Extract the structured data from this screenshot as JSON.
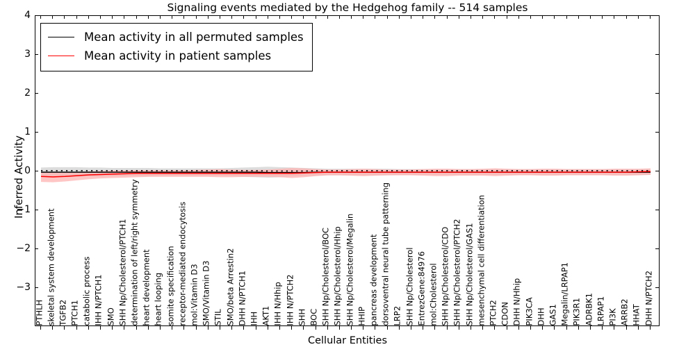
{
  "chart_data": {
    "type": "line",
    "title": "Signaling events mediated by the Hedgehog family -- 514 samples",
    "xlabel": "Cellular Entities",
    "ylabel": "Inferred Activity",
    "ylim": [
      -4,
      4
    ],
    "yticks": [
      -3,
      -2,
      -1,
      0,
      1,
      2,
      3,
      4
    ],
    "ytick_labels": [
      "−3",
      "−2",
      "−1",
      "0",
      "1",
      "2",
      "3",
      "4"
    ],
    "grid": false,
    "legend_position": "upper left",
    "legend": [
      {
        "name": "Mean activity in all permuted samples",
        "color": "#000000"
      },
      {
        "name": "Mean activity in patient samples",
        "color": "#ff0000"
      }
    ],
    "categories": [
      "PTHLH",
      "skeletal system development",
      "TGFB2",
      "PTCH1",
      "catabolic process",
      "IHH N/PTCH1",
      "SMO",
      "SHH Np/Cholesterol/PTCH1",
      "determination of left/right symmetry",
      "heart development",
      "heart looping",
      "somite specification",
      "receptor-mediated endocytosis",
      "mol:Vitamin D3",
      "SMO/Vitamin D3",
      "STIL",
      "SMO/beta Arrestin2",
      "DHH N/PTCH1",
      "IHH",
      "AKT1",
      "IHH N/Hhip",
      "IHH N/PTCH2",
      "SHH",
      "BOC",
      "SHH Np/Cholesterol/BOC",
      "SHH Np/Cholesterol/Hhip",
      "SHH Np/Cholesterol/Megalin",
      "HHIP",
      "pancreas development",
      "dorsoventral neural tube patterning",
      "LRP2",
      "SHH Np/Cholesterol",
      "EntrezGene:84976",
      "mol:Cholesterol",
      "SHH Np/Cholesterol/CDO",
      "SHH Np/Cholesterol/PTCH2",
      "SHH Np/Cholesterol/GAS1",
      "mesenchymal cell differentiation",
      "PTCH2",
      "CDON",
      "DHH N/Hhip",
      "PIK3CA",
      "DHH",
      "GAS1",
      "Megalin/LRPAP1",
      "PIK3R1",
      "ADRBK1",
      "LRPAP1",
      "PI3K",
      "ARRB2",
      "HHAT",
      "DHH N/PTCH2"
    ],
    "series": [
      {
        "name": "Mean activity in all permuted samples",
        "color": "#000000",
        "band_color": "#d9d9d9",
        "values": [
          -0.02,
          -0.02,
          -0.02,
          -0.02,
          -0.02,
          -0.02,
          -0.02,
          -0.02,
          -0.02,
          -0.02,
          -0.02,
          -0.02,
          -0.02,
          -0.02,
          -0.02,
          -0.02,
          -0.02,
          -0.02,
          -0.02,
          -0.03,
          -0.03,
          -0.03,
          -0.03,
          -0.02,
          -0.02,
          -0.02,
          -0.02,
          -0.02,
          -0.02,
          -0.02,
          -0.02,
          -0.02,
          -0.02,
          -0.02,
          -0.02,
          -0.02,
          -0.02,
          -0.02,
          -0.02,
          -0.02,
          -0.02,
          -0.02,
          -0.02,
          -0.02,
          -0.02,
          -0.02,
          -0.02,
          -0.02,
          -0.02,
          -0.02,
          -0.02,
          -0.02
        ],
        "band_upper": [
          0.1,
          0.11,
          0.11,
          0.11,
          0.1,
          0.1,
          0.09,
          0.09,
          0.09,
          0.09,
          0.08,
          0.08,
          0.08,
          0.08,
          0.08,
          0.08,
          0.09,
          0.1,
          0.11,
          0.12,
          0.11,
          0.1,
          0.09,
          0.08,
          0.07,
          0.07,
          0.07,
          0.07,
          0.07,
          0.07,
          0.06,
          0.06,
          0.06,
          0.06,
          0.06,
          0.06,
          0.06,
          0.06,
          0.06,
          0.06,
          0.06,
          0.06,
          0.06,
          0.06,
          0.06,
          0.06,
          0.06,
          0.06,
          0.06,
          0.06,
          0.06,
          0.06
        ],
        "band_lower": [
          -0.13,
          -0.14,
          -0.14,
          -0.14,
          -0.13,
          -0.13,
          -0.12,
          -0.12,
          -0.12,
          -0.12,
          -0.11,
          -0.11,
          -0.11,
          -0.11,
          -0.11,
          -0.11,
          -0.12,
          -0.14,
          -0.15,
          -0.16,
          -0.15,
          -0.13,
          -0.12,
          -0.11,
          -0.1,
          -0.1,
          -0.1,
          -0.1,
          -0.1,
          -0.1,
          -0.09,
          -0.09,
          -0.09,
          -0.09,
          -0.09,
          -0.09,
          -0.09,
          -0.09,
          -0.09,
          -0.09,
          -0.09,
          -0.09,
          -0.09,
          -0.09,
          -0.09,
          -0.09,
          -0.09,
          -0.09,
          -0.09,
          -0.09,
          -0.09,
          -0.09
        ]
      },
      {
        "name": "Mean activity in patient samples",
        "color": "#ff0000",
        "band_color": "#ffb3b3",
        "values": [
          -0.13,
          -0.14,
          -0.13,
          -0.11,
          -0.09,
          -0.08,
          -0.07,
          -0.06,
          -0.05,
          -0.05,
          -0.05,
          -0.05,
          -0.05,
          -0.05,
          -0.05,
          -0.05,
          -0.05,
          -0.05,
          -0.05,
          -0.05,
          -0.05,
          -0.05,
          -0.04,
          -0.03,
          -0.02,
          -0.02,
          -0.02,
          -0.02,
          -0.02,
          -0.02,
          -0.02,
          -0.02,
          -0.02,
          -0.02,
          -0.02,
          -0.02,
          -0.02,
          -0.02,
          -0.02,
          -0.02,
          -0.02,
          -0.02,
          -0.02,
          -0.02,
          -0.02,
          -0.02,
          -0.02,
          -0.02,
          -0.02,
          -0.02,
          -0.01,
          0.0
        ],
        "band_upper": [
          -0.02,
          -0.02,
          -0.02,
          -0.01,
          0.0,
          0.01,
          0.02,
          0.02,
          0.03,
          0.03,
          0.03,
          0.03,
          0.03,
          0.04,
          0.05,
          0.06,
          0.05,
          0.04,
          0.04,
          0.05,
          0.07,
          0.09,
          0.08,
          0.06,
          0.05,
          0.05,
          0.06,
          0.07,
          0.06,
          0.05,
          0.05,
          0.05,
          0.06,
          0.07,
          0.07,
          0.06,
          0.06,
          0.07,
          0.08,
          0.07,
          0.06,
          0.06,
          0.07,
          0.07,
          0.06,
          0.06,
          0.06,
          0.06,
          0.07,
          0.07,
          0.07,
          0.08
        ],
        "band_lower": [
          -0.27,
          -0.28,
          -0.26,
          -0.23,
          -0.2,
          -0.18,
          -0.17,
          -0.16,
          -0.15,
          -0.14,
          -0.14,
          -0.14,
          -0.14,
          -0.14,
          -0.14,
          -0.15,
          -0.15,
          -0.14,
          -0.14,
          -0.14,
          -0.15,
          -0.17,
          -0.15,
          -0.12,
          -0.1,
          -0.1,
          -0.11,
          -0.12,
          -0.11,
          -0.1,
          -0.1,
          -0.1,
          -0.11,
          -0.12,
          -0.12,
          -0.11,
          -0.11,
          -0.11,
          -0.12,
          -0.11,
          -0.1,
          -0.1,
          -0.11,
          -0.11,
          -0.1,
          -0.1,
          -0.1,
          -0.1,
          -0.11,
          -0.11,
          -0.1,
          -0.09
        ]
      }
    ],
    "marker_series": {
      "name": "permuted-markers",
      "style": "dotted",
      "color": "#000000"
    }
  }
}
